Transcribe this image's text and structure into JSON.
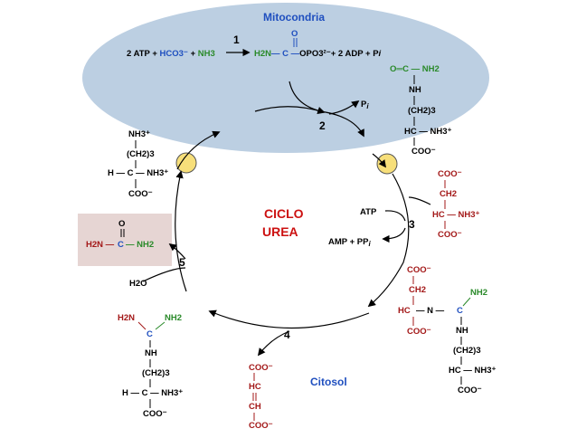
{
  "compartments": {
    "mitochondria": "Mitocondria",
    "cytosol": "Citosol"
  },
  "cycle_title": [
    "CICLO",
    "UREA"
  ],
  "step_numbers": [
    "1",
    "2",
    "3",
    "4",
    "5"
  ],
  "reaction1": {
    "reactants": [
      "2 ATP +",
      "HCO3⁻",
      "+",
      "NH3"
    ],
    "product": [
      "H2N",
      "— C —",
      "OPO3²⁻",
      "+ 2 ADP + P",
      "i"
    ],
    "carbonyl_o": "O"
  },
  "reaction2": {
    "pi": "P",
    "pi_sub": "i"
  },
  "reaction3": {
    "in": "ATP",
    "out": "AMP + PP",
    "out_sub": "i"
  },
  "reaction5": {
    "in": "H2O"
  },
  "citrulline": [
    "O═C — NH2",
    "NH",
    "(CH2)3",
    "HC — NH3⁺",
    "COO⁻"
  ],
  "ornithine": [
    "NH3⁺",
    "(CH2)3",
    "H — C — NH3⁺",
    "COO⁻"
  ],
  "urea": [
    "O",
    "H2N —",
    "C",
    "— NH2"
  ],
  "aspartate": [
    "COO⁻",
    "CH2",
    "HC — NH3⁺",
    "COO⁻"
  ],
  "argininosuccinate": {
    "left": [
      "COO⁻",
      "CH2",
      "HC",
      "COO⁻"
    ],
    "link": "— N —",
    "right": [
      "NH2",
      "C",
      "NH",
      "(CH2)3",
      "HC — NH3⁺",
      "COO⁻"
    ]
  },
  "fumarate": [
    "COO⁻",
    "HC",
    "CH",
    "COO⁻"
  ],
  "arginine": [
    "H2N",
    "NH2",
    "C",
    "NH",
    "(CH2)3",
    "H — C — NH3⁺",
    "COO⁻"
  ],
  "colors": {
    "mitochondria_fill": "#bccfe2",
    "transporter": "#f7df7a",
    "title": "#cc1111",
    "blue_text": "#1f4fbf",
    "green_text": "#2a8a2a",
    "red_text": "#a31818",
    "urea_box": "#e6d5d3"
  }
}
